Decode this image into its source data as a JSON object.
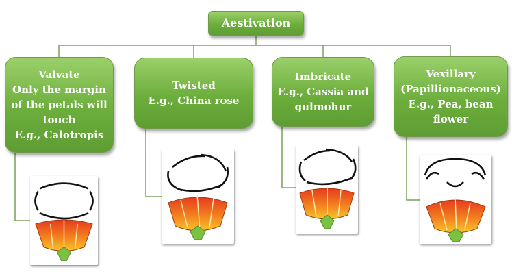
{
  "colors": {
    "box_fill": "#6cae3c",
    "box_text": "#ffffff",
    "connector": "#7aa05a",
    "petal_top": "#e63b1e",
    "petal_bottom": "#f7c62a",
    "sepal": "#7cc242"
  },
  "root": {
    "label": "Aestivation"
  },
  "nodes": [
    {
      "title": "Valvate",
      "lines": [
        "Only the margin",
        "of the petals will",
        "touch",
        "E.g., Calotropis"
      ],
      "illustration": "valvate-flower"
    },
    {
      "title": "Twisted",
      "lines": [
        "E.g., China rose"
      ],
      "illustration": "twisted-flower"
    },
    {
      "title": "Imbricate",
      "lines": [
        "E.g., Cassia and",
        "gulmohur"
      ],
      "illustration": "imbricate-flower"
    },
    {
      "title": "Vexillary",
      "lines": [
        "(Papillionaceous)",
        "E.g., Pea, bean",
        "flower"
      ],
      "illustration": "vexillary-flower"
    }
  ]
}
